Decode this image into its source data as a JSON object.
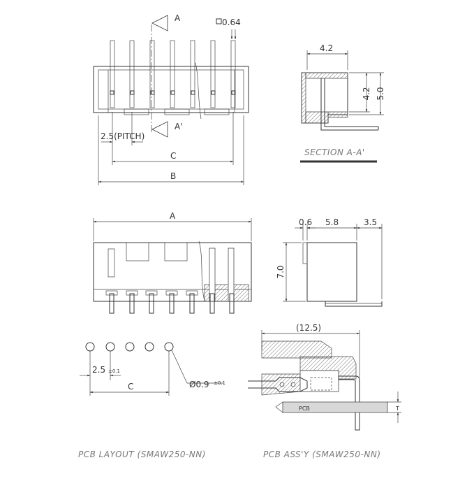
{
  "top_view": {
    "dim_pin_width": "0.64",
    "section_mark": "A",
    "section_mark_prime": "A'",
    "dim_pitch": "2.5(PITCH)",
    "dim_c": "C",
    "dim_b": "B"
  },
  "section_view": {
    "dim_width": "4.2",
    "dim_height_inner": "4.2",
    "dim_height_total": "5.0",
    "caption": "SECTION A-A'"
  },
  "front_view": {
    "dim_a": "A"
  },
  "side_view": {
    "dim_left": "0.6",
    "dim_middle": "5.8",
    "dim_right": "3.5",
    "dim_height": "7.0"
  },
  "pcb_layout": {
    "dim_pitch": "2.5",
    "dim_pitch_tol": "±0.1",
    "dim_c": "C",
    "dim_hole": "Ø0.9",
    "dim_hole_tol": "±0.1",
    "caption": "PCB LAYOUT (SMAW250-NN)"
  },
  "pcb_assy": {
    "dim_length": "(12.5)",
    "pcb_label": "PCB",
    "dim_t": "T",
    "caption": "PCB ASS'Y (SMAW250-NN)"
  }
}
